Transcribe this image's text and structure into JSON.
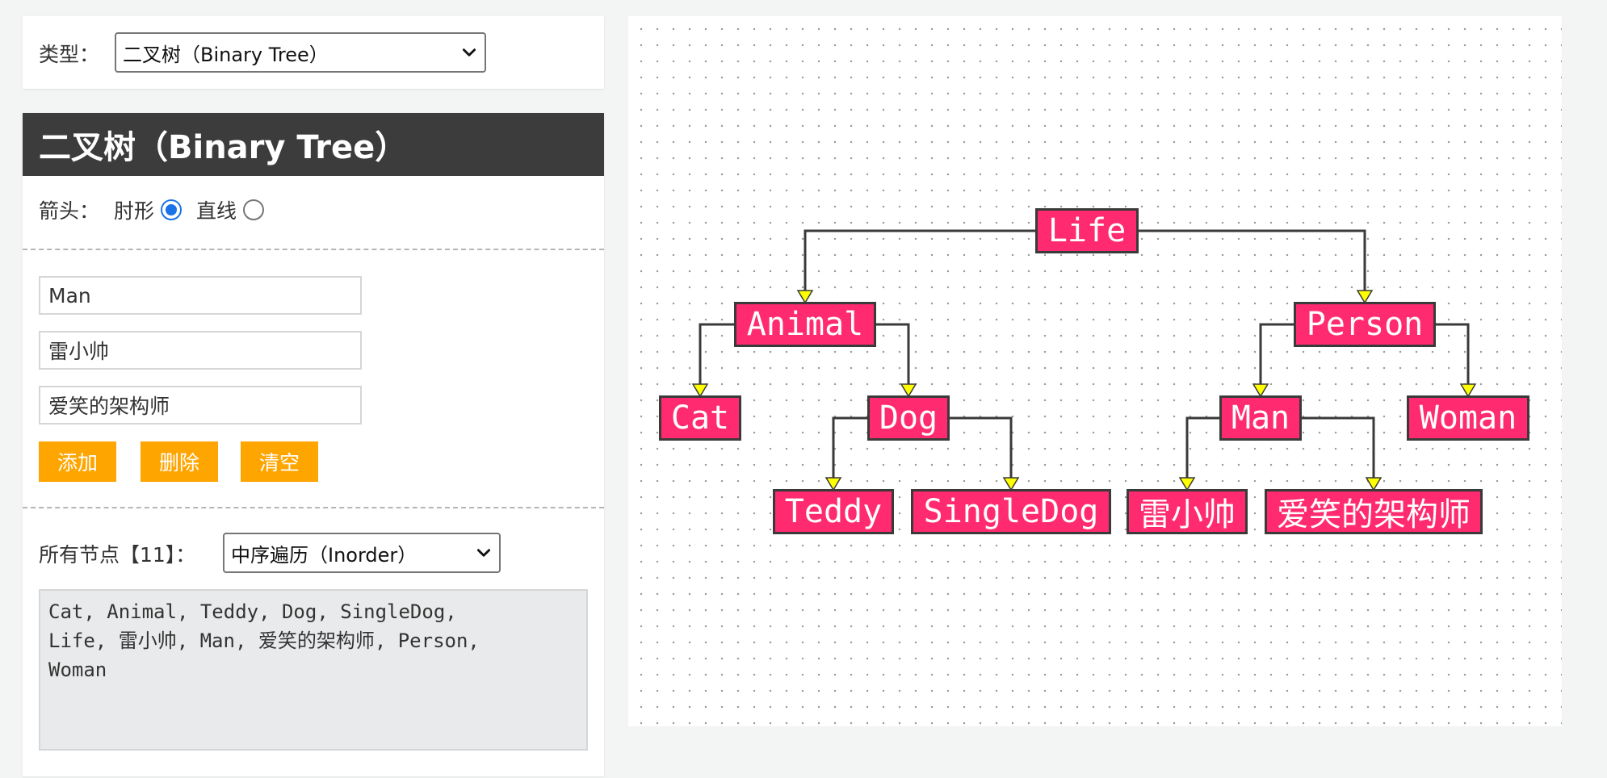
{
  "type_selector": {
    "label": "类型：",
    "selected": "二叉树（Binary Tree）"
  },
  "panel": {
    "title": "二叉树（Binary Tree）",
    "arrow_label": "箭头：",
    "arrow_options": [
      {
        "label": "肘形",
        "checked": true
      },
      {
        "label": "直线",
        "checked": false
      }
    ]
  },
  "inputs": [
    {
      "value": "Man"
    },
    {
      "value": "雷小帅"
    },
    {
      "value": "爱笑的架构师"
    }
  ],
  "buttons": {
    "add": "添加",
    "delete": "删除",
    "clear": "清空"
  },
  "nodes_section": {
    "label": "所有节点【11】：",
    "order_selected": "中序遍历（Inorder）",
    "output": "Cat, Animal, Teddy, Dog, SingleDog,\nLife, 雷小帅, Man, 爱笑的架构师, Person,\nWoman"
  },
  "colors": {
    "node_fill": "#ff2a6f",
    "node_border": "#3a3a3a",
    "arrow_fill": "#ffff00",
    "button": "#ffa500",
    "header": "#3c3c3c"
  },
  "tree": {
    "label": "Life",
    "left": {
      "label": "Animal",
      "left": {
        "label": "Cat"
      },
      "right": {
        "label": "Dog",
        "left": {
          "label": "Teddy"
        },
        "right": {
          "label": "SingleDog"
        }
      }
    },
    "right": {
      "label": "Person",
      "left": {
        "label": "Man",
        "left": {
          "label": "雷小帅"
        },
        "right": {
          "label": "爱笑的架构师"
        }
      },
      "right": {
        "label": "Woman"
      }
    }
  }
}
